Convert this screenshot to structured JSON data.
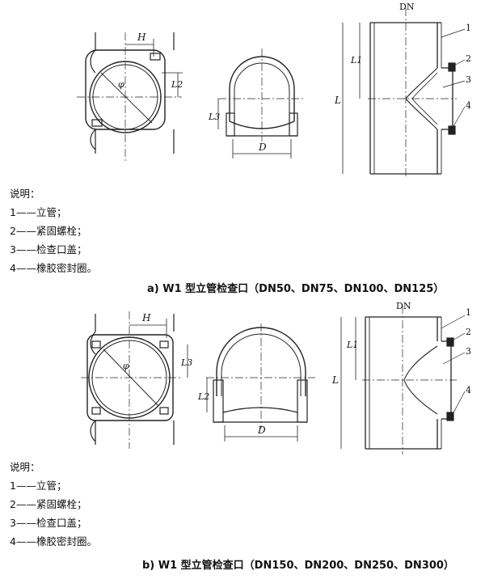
{
  "top": {
    "labels": {
      "H": "H",
      "L2": "L2",
      "L3": "L3",
      "D": "D",
      "DN": "DN",
      "L1": "L1",
      "L": "L",
      "phi": "φ"
    },
    "callouts": [
      "1",
      "2",
      "3",
      "4"
    ],
    "legend": {
      "title": "说明：",
      "items": [
        "1——立管；",
        "2——紧固螺栓；",
        "3——检查口盖；",
        "4——橡胶密封圈。"
      ]
    },
    "caption": "a)   W1 型立管检查口（DN50、DN75、DN100、DN125）"
  },
  "bottom": {
    "labels": {
      "H": "H",
      "L3": "L3",
      "L2": "L2",
      "D": "D",
      "DN": "DN",
      "L1": "L1",
      "L": "L",
      "phi": "φ"
    },
    "callouts": [
      "1",
      "2",
      "3",
      "4"
    ],
    "legend": {
      "title": "说明：",
      "items": [
        "1——立管；",
        "2——紧固螺栓；",
        "3——检查口盖；",
        "4——橡胶密封圈。"
      ]
    },
    "caption": "b)   W1 型立管检查口（DN150、DN200、DN250、DN300）"
  }
}
